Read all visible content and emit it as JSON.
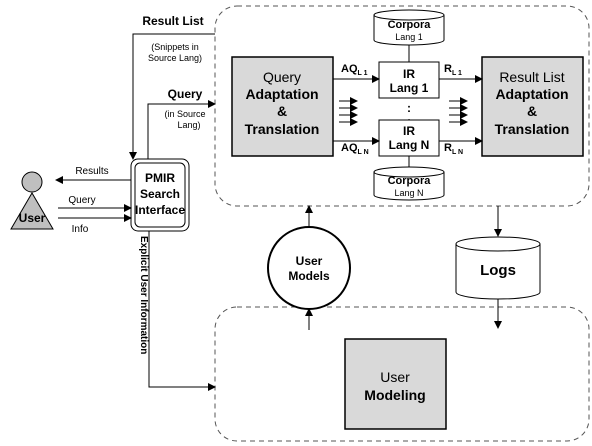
{
  "labels": {
    "result_list_title": "Result List",
    "snippets_line1": "(Snippets in",
    "snippets_line2": "Source Lang)",
    "query_title": "Query",
    "in_source_line1": "(in Source",
    "in_source_line2": "Lang)",
    "results": "Results",
    "query_small": "Query",
    "info": "Info",
    "explicit_user_info": "Explicit User Information"
  },
  "nodes": {
    "user": "User",
    "pmir_line1": "PMIR",
    "pmir_line2": "Search",
    "pmir_line3": "Interface",
    "qat_line1": "Query",
    "qat_line2": "Adaptation",
    "qat_line3": "&",
    "qat_line4": "Translation",
    "ir1_line1": "IR",
    "ir1_line2": "Lang 1",
    "irn_line1": "IR",
    "irn_line2": "Lang N",
    "corpora1_line1": "Corpora",
    "corpora1_line2": "Lang 1",
    "corporan_line1": "Corpora",
    "corporan_line2": "Lang N",
    "rla_line1": "Result List",
    "rla_line2": "Adaptation",
    "rla_line3": "&",
    "rla_line4": "Translation",
    "user_models_line1": "User",
    "user_models_line2": "Models",
    "logs": "Logs",
    "user_modeling_line1": "User",
    "user_modeling_line2": "Modeling"
  },
  "edge_labels": {
    "aq1_main": "AQ",
    "aq1_sub": "L 1",
    "aqn_main": "AQ",
    "aqn_sub": "L N",
    "r1_main": "R",
    "r1_sub": "L 1",
    "rn_main": "R",
    "rn_sub": "L N"
  },
  "colors": {
    "box_fill": "#d9d9d9",
    "user_fill": "#bfbfbf",
    "stroke": "#000000",
    "dashed_stroke": "#555555"
  }
}
